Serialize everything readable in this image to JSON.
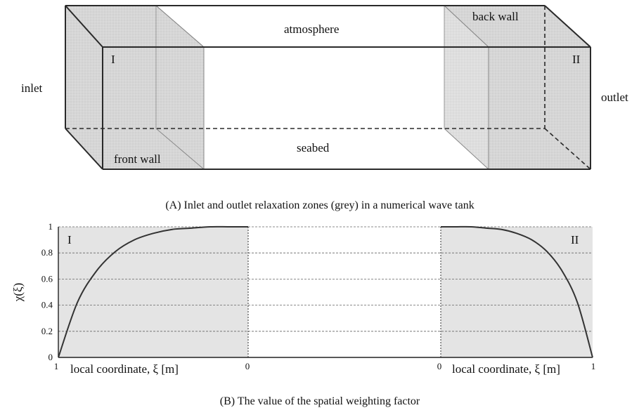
{
  "panel_a": {
    "labels": {
      "atmosphere": "atmosphere",
      "back_wall": "back wall",
      "inlet": "inlet",
      "outlet": "outlet",
      "front_wall": "front wall",
      "seabed": "seabed",
      "zone_one": "I",
      "zone_two": "II"
    },
    "caption": "(A) Inlet and outlet relaxation zones (grey) in a numerical wave tank",
    "colors": {
      "zone_fill": "#d9d9d9",
      "edge": "#2a2a2a"
    }
  },
  "panel_b": {
    "ylabel": "χ(ξ)",
    "xlabel_left": "local coordinate, ξ [m]",
    "xlabel_right": "local coordinate, ξ [m]",
    "x_ticks": {
      "left_start": "1",
      "left_end": "0",
      "right_start": "0",
      "right_end": "1"
    },
    "zone_one": "I",
    "zone_two": "II",
    "caption": "(B) The value of the spatial weighting factor",
    "colors": {
      "zone_fill": "#e4e4e4",
      "curve": "#333333"
    }
  },
  "chart_data": {
    "type": "line",
    "title": "",
    "ylabel": "χ(ξ)",
    "xlabel": "local coordinate, ξ [m]",
    "ylim": [
      0,
      1
    ],
    "yticks": [
      0,
      0.2,
      0.4,
      0.6,
      0.8,
      1
    ],
    "y_tick_labels": [
      "0",
      "0.2",
      "0.4",
      "0.6",
      "0.8",
      "1"
    ],
    "grid": true,
    "series": [
      {
        "zone": "I",
        "xlim": [
          1,
          0
        ],
        "x": [
          1,
          0.9,
          0.8,
          0.7,
          0.6,
          0.5,
          0.4,
          0.3,
          0.2,
          0.1,
          0
        ],
        "y": [
          0,
          0.42,
          0.66,
          0.81,
          0.9,
          0.95,
          0.98,
          0.99,
          1,
          1,
          1
        ]
      },
      {
        "zone": "II",
        "xlim": [
          0,
          1
        ],
        "x": [
          0,
          0.1,
          0.2,
          0.3,
          0.4,
          0.5,
          0.6,
          0.7,
          0.8,
          0.9,
          1
        ],
        "y": [
          1,
          1,
          1,
          0.99,
          0.98,
          0.95,
          0.9,
          0.81,
          0.66,
          0.42,
          0
        ]
      }
    ]
  }
}
